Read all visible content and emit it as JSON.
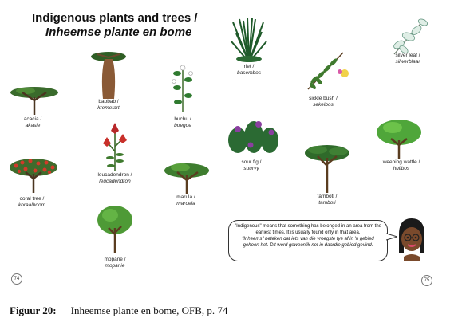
{
  "title": {
    "en": "Indigenous plants and trees /",
    "af": "Inheemse plante en bome"
  },
  "plants": [
    {
      "en": "acacia /",
      "af": "akasie"
    },
    {
      "en": "baobab /",
      "af": "kremetart"
    },
    {
      "en": "buchu /",
      "af": "boegoe"
    },
    {
      "en": "riet /",
      "af": "basembos"
    },
    {
      "en": "sickle bush /",
      "af": "sekelbos"
    },
    {
      "en": "silver leaf /",
      "af": "silwerblaar"
    },
    {
      "en": "coral tree /",
      "af": "koraalboom"
    },
    {
      "en": "leucadendron /",
      "af": "leucadendron"
    },
    {
      "en": "marula /",
      "af": "maroela"
    },
    {
      "en": "sour fig /",
      "af": "suurvy"
    },
    {
      "en": "tamboti /",
      "af": "tamboti"
    },
    {
      "en": "weeping wattle /",
      "af": "huilbos"
    },
    {
      "en": "mopane /",
      "af": "mopanie"
    }
  ],
  "bubble": {
    "en": "\"Indigenous\" means that something has belonged in an area from the earliest times. It is usually found only in that area.",
    "af": "\"Inheems\" beteken dat iets van die vroegste tye af in 'n gebied gehoort het. Dit word gewoonlik net in daardie gebied gevind."
  },
  "pages": {
    "left": "74",
    "right": "75"
  },
  "caption": {
    "label": "Figuur 20:",
    "text": "Inheemse plante en bome, OFB, p. 74"
  }
}
